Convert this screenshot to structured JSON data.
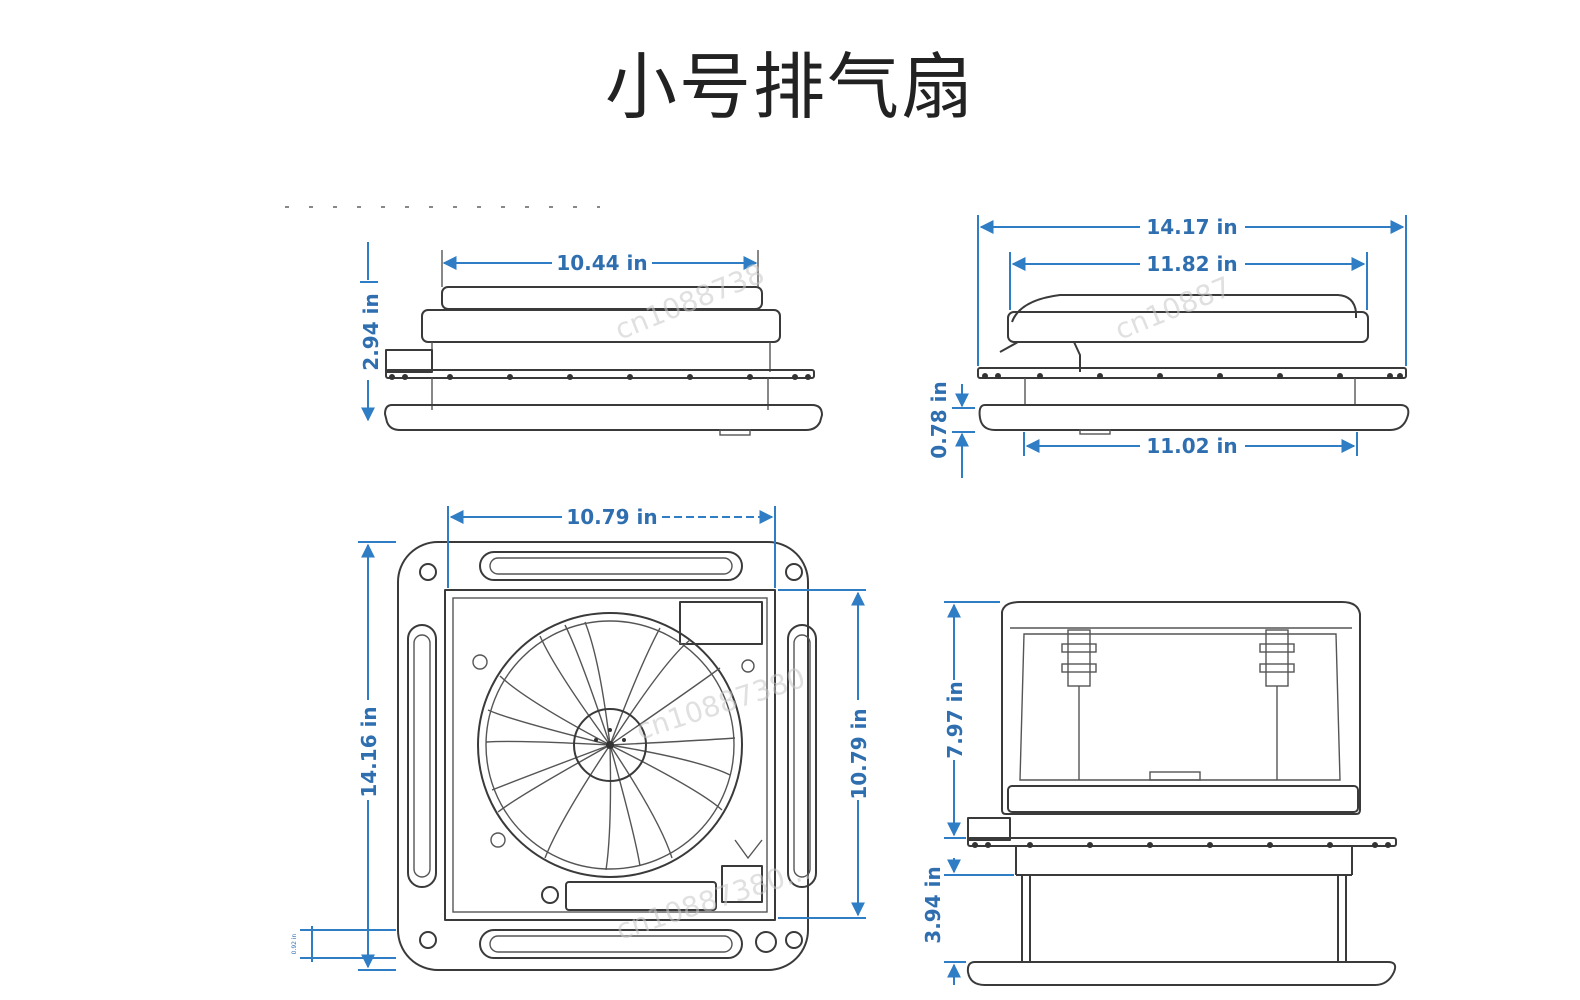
{
  "title": "小号排气扇",
  "dimensions": {
    "side_top_width": "10.44 in",
    "side_height": "2.94 in",
    "right_outer_width": "14.17 in",
    "right_inner_width": "11.82 in",
    "right_flange": "0.78 in",
    "right_bottom_width": "11.02 in",
    "plan_width": "10.79 in",
    "plan_height": "14.16 in",
    "plan_inner_height": "10.79 in",
    "plan_small": "0.92 in",
    "open_height": "7.97 in",
    "base_height": "3.94 in"
  },
  "watermarks": [
    "cn1088738",
    "cn10887",
    "cn10887380",
    "cn10887380..."
  ],
  "colors": {
    "dimension": "#2f7dc4",
    "outline": "#3a3a3a",
    "title": "#222222"
  }
}
